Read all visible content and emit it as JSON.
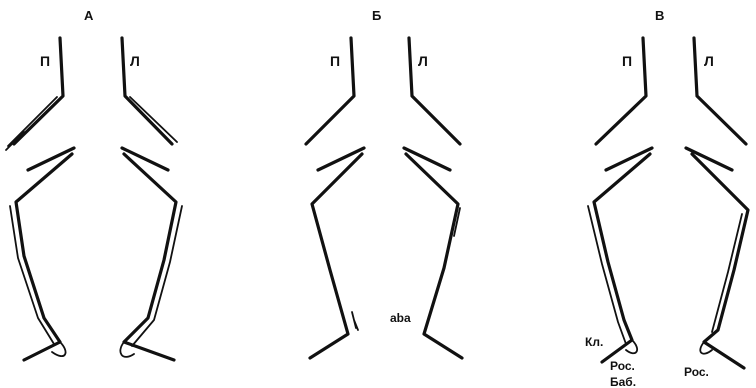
{
  "panels": [
    {
      "title": "А",
      "right_side": "П",
      "left_side": "Л"
    },
    {
      "title": "Б",
      "right_side": "П",
      "left_side": "Л",
      "center_note": "aba"
    },
    {
      "title": "В",
      "right_side": "П",
      "left_side": "Л",
      "notes": [
        "Кл.",
        "Рос.",
        "Баб.",
        "Рос."
      ]
    }
  ]
}
